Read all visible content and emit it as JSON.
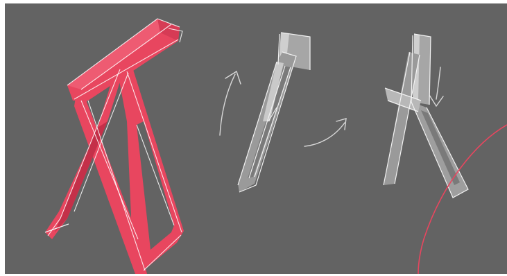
{
  "colors": {
    "background": "#636363",
    "frame": "#ffffff",
    "accent_red": "#e8465f",
    "accent_red_dark": "#c43049",
    "sketch_white": "#f2f2f2",
    "sketch_gray": "#8a8a8a",
    "sketch_gray_light": "#a6a6a6",
    "guide_line": "#e8465f"
  },
  "sketches": [
    {
      "name": "folding-stand-open-red"
    },
    {
      "name": "folding-stand-closed-white"
    },
    {
      "name": "folding-stand-unfolding-white"
    }
  ],
  "arrows": [
    {
      "name": "up-arrow-icon",
      "direction": "up"
    },
    {
      "name": "curved-right-arrow-icon",
      "direction": "right"
    },
    {
      "name": "down-arrow-icon",
      "direction": "down"
    }
  ]
}
